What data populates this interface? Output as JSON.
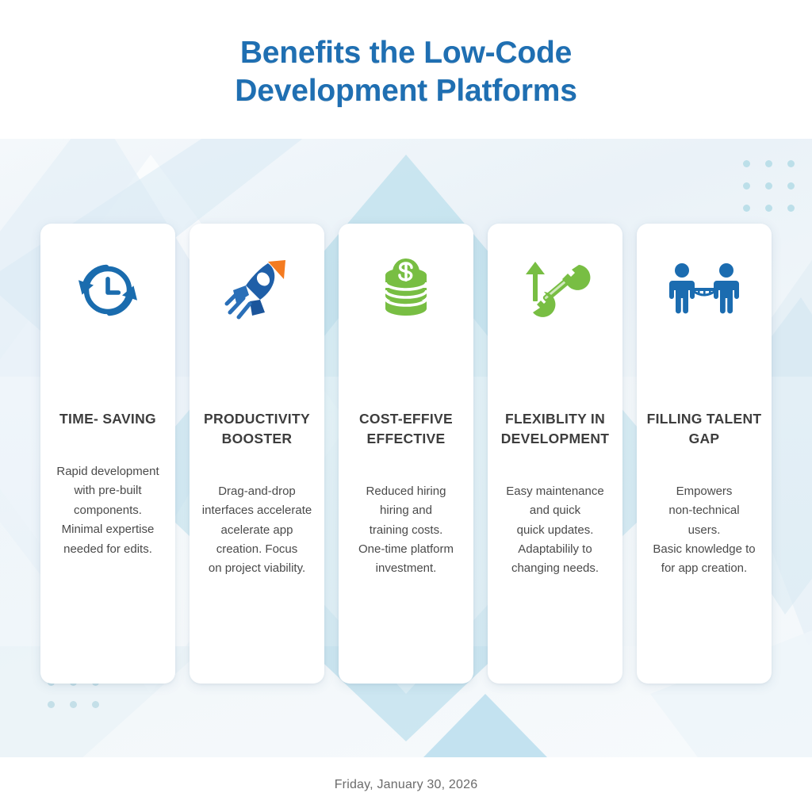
{
  "header": {
    "title_line1": "Benefits the Low-Code",
    "title_line2": "Development Platforms",
    "title_color": "#1F6FB2"
  },
  "colors": {
    "brand_blue": "#1F6FB2",
    "icon_blue": "#1A6CAE",
    "icon_green": "#78BE43",
    "icon_orange": "#F47B20",
    "background_tint": "#EAF2F8",
    "accent_shape_blue": "#B3DBEA",
    "dot_blue": "#BCDFE9",
    "card_bg": "#FFFFFF",
    "title_text": "#3D3D3D",
    "body_text": "#4A4A4A",
    "footer_text": "#6B6B6B"
  },
  "cards": [
    {
      "icon": "clock-refresh-icon",
      "icon_color": "#1A6CAE",
      "title": "TIME-\nSAVING",
      "body": "Rapid development\nwith pre-built\ncomponents.\nMinimal expertise\nneeded for edits."
    },
    {
      "icon": "rocket-icon",
      "icon_color": "#1A5FA8",
      "title": "PRODUCTIVITY\nBOOSTER",
      "body": "Drag-and-drop\ninterfaces accelerate\nacelerate app\ncreation. Focus\non project viability."
    },
    {
      "icon": "coin-stack-dollar-icon",
      "icon_color": "#78BE43",
      "title": "COST-EFFIVE\nEFFECTIVE",
      "body": "Reduced hiring\nhiring and\ntraining costs.\nOne-time platform\ninvestment."
    },
    {
      "icon": "wrench-up-arrow-icon",
      "icon_color": "#78BE43",
      "title": "FLEXIBLITY IN\nDEVELOPMENT",
      "body": "Easy maintenance\nand quick\nquick updates.\nAdaptabilily to\nchanging needs."
    },
    {
      "icon": "people-bridge-icon",
      "icon_color": "#1A6CAE",
      "title": "FILLING\nTALENT\nGAP",
      "body": "Empowers\nnon-technical\nusers.\nBasic knowledge to\nfor app creation."
    }
  ],
  "footer": {
    "date": "Friday, January 30, 2026"
  }
}
